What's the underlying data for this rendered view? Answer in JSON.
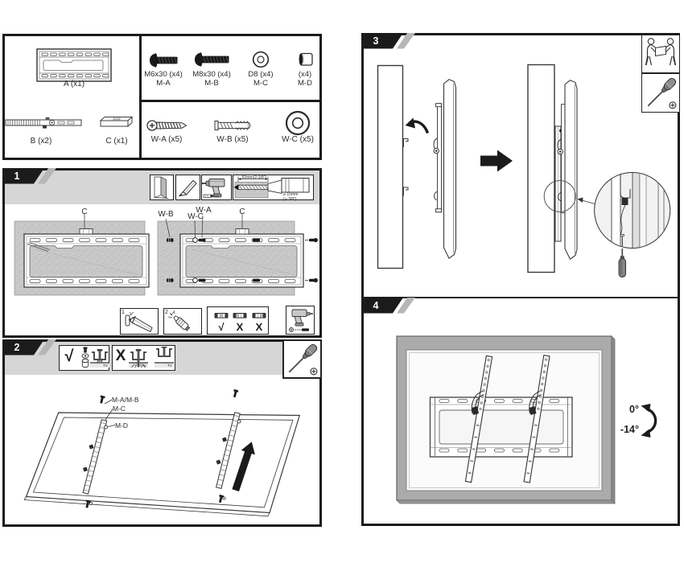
{
  "document": {
    "type": "tv-wall-mount-installation-instructions"
  },
  "colors": {
    "line_black": "#1b1b1b",
    "strip_gray": "#d6d6d6",
    "concrete_gray": "#c7c7c7",
    "frame_gray": "#ababab",
    "tag_slash_gray": "#b6b6b6"
  },
  "steps": {
    "one": "1",
    "two": "2",
    "three": "3",
    "four": "4"
  },
  "parts_box": {
    "parts": [
      {
        "id": "A",
        "label": "A (x1)"
      },
      {
        "id": "B",
        "label": "B (x2)"
      },
      {
        "id": "C",
        "label": "C (x1)"
      }
    ],
    "hardware": [
      {
        "id": "M-A",
        "spec": "M6x30 (x4)",
        "code": "M-A"
      },
      {
        "id": "M-B",
        "spec": "M8x30 (x4)",
        "code": "M-B"
      },
      {
        "id": "M-C",
        "spec": "D8 (x4)",
        "code": "M-C"
      },
      {
        "id": "M-D",
        "spec": "(x4)",
        "code": "M-D"
      }
    ],
    "wall_hardware": [
      {
        "id": "W-A",
        "label": "W-A (x5)"
      },
      {
        "id": "W-B",
        "label": "W-B (x5)"
      },
      {
        "id": "W-C",
        "label": "W-C (x5)"
      }
    ]
  },
  "step1": {
    "callout_c_left": "C",
    "callout_c_right": "C",
    "callout_wb": "W-B",
    "callout_wc": "W-C",
    "callout_wa": "W-A",
    "drill_depth": "60mm(2-3/8″)",
    "drill_dia_line1": "⌀ 10mm",
    "drill_dia_line2": "(⌀ 3/8″)",
    "mini_step_1": "1",
    "mini_step_2": "2",
    "level_marks": [
      "√",
      "X",
      "X"
    ]
  },
  "step2": {
    "check_mark": "√",
    "cross_mark": "X",
    "callout_mab": "M-A/M-B",
    "callout_mc": "M-C",
    "callout_md": "M-D",
    "tv_label": "TV"
  },
  "step4": {
    "angle_top": "0°",
    "angle_bottom": "-14°"
  }
}
